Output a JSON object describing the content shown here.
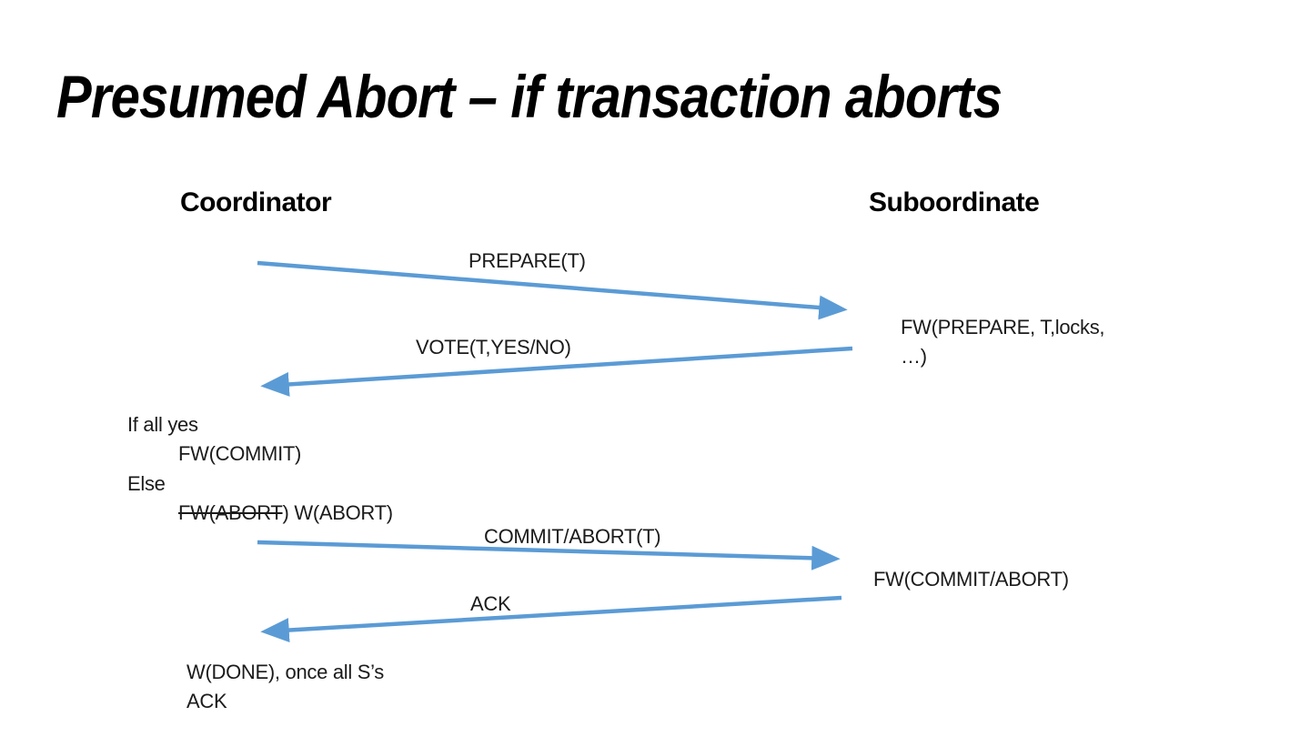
{
  "slide": {
    "title": "Presumed Abort – if transaction aborts",
    "columns": {
      "left": "Coordinator",
      "right": "Suboordinate"
    },
    "accent_color": "#5B9BD5",
    "text_color": "#1b1b1b",
    "messages": [
      {
        "label": "PREPARE(T)",
        "from": "coordinator",
        "to": "subordinate"
      },
      {
        "label": "VOTE(T,YES/NO)",
        "from": "subordinate",
        "to": "coordinator"
      },
      {
        "label": "COMMIT/ABORT(T)",
        "from": "coordinator",
        "to": "subordinate"
      },
      {
        "label": "ACK",
        "from": "subordinate",
        "to": "coordinator"
      }
    ],
    "coordinator_notes": {
      "if_all_yes": "If all yes",
      "commit_log": "FW(COMMIT)",
      "else_label": "Else",
      "abort_log_struck": "FW(ABORT",
      "abort_log_rest": ") W(ABORT)",
      "done_line1": "W(DONE), once all S’s",
      "done_line2": "ACK"
    },
    "subordinate_notes": {
      "prepare_log_line1": "FW(PREPARE, T,locks,",
      "prepare_log_line2": "…)",
      "decision_log": "FW(COMMIT/ABORT)"
    }
  }
}
